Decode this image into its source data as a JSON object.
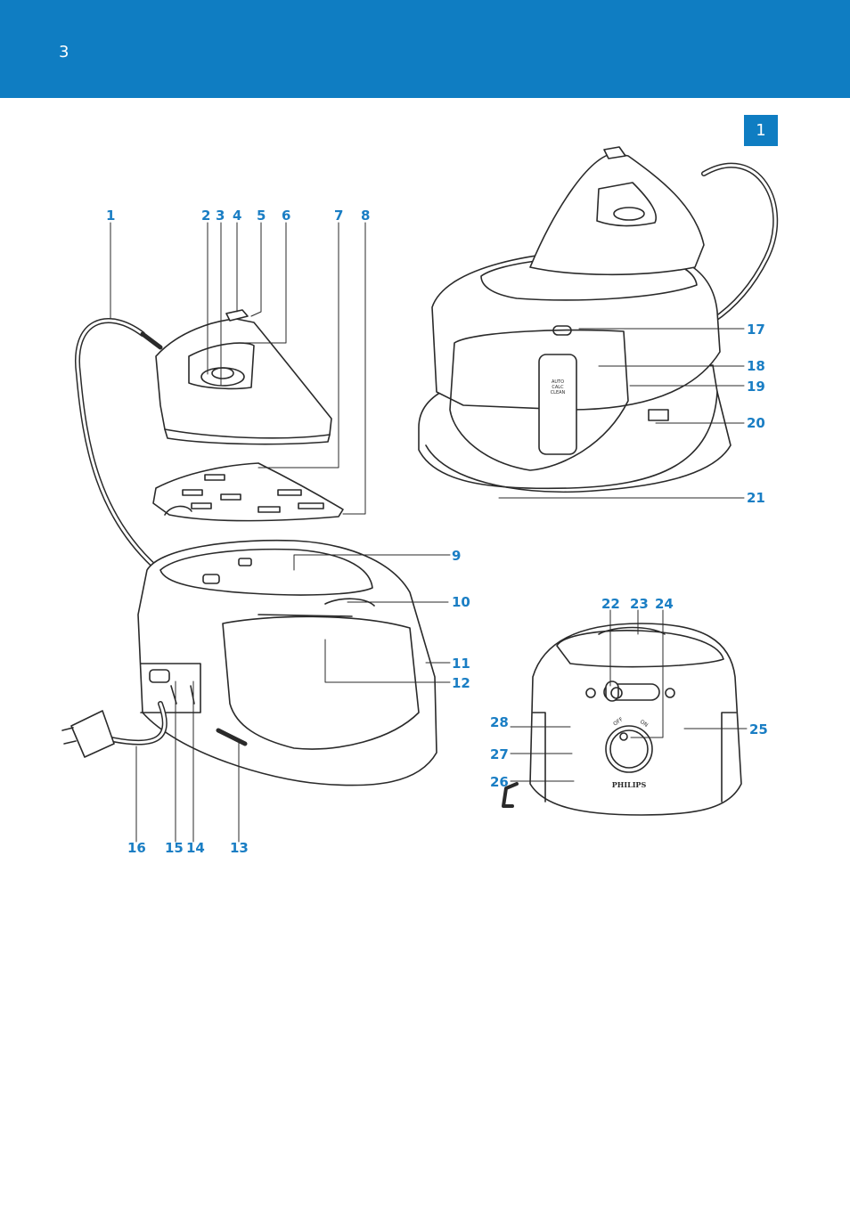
{
  "header": {
    "page_number": "3",
    "accent_color": "#0f7dc2"
  },
  "figure": {
    "badge": "1",
    "callouts": [
      "1",
      "2",
      "3",
      "4",
      "5",
      "6",
      "7",
      "8",
      "9",
      "10",
      "11",
      "12",
      "13",
      "14",
      "15",
      "16",
      "17",
      "18",
      "19",
      "20",
      "21",
      "22",
      "23",
      "24",
      "25",
      "26",
      "27",
      "28"
    ],
    "panel_text": {
      "descale_label": "AUTO\nCALC\nCLEAN",
      "brand": "PHILIPS",
      "dial_off": "OFF",
      "dial_on": "ON"
    },
    "label_color": "#1a7ec4"
  }
}
